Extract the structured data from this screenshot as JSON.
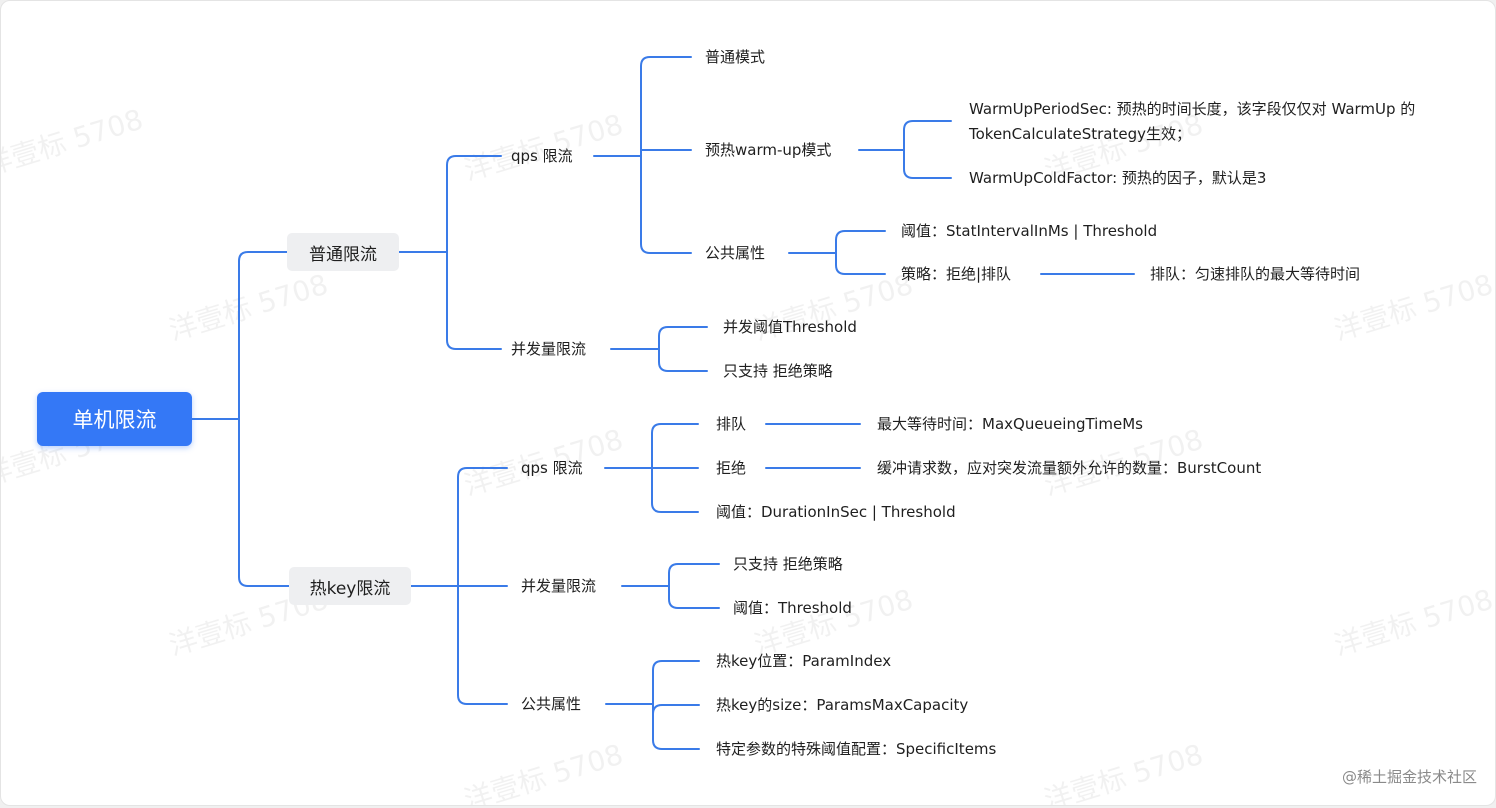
{
  "root": "单机限流",
  "branch_common": {
    "label": "普通限流",
    "qps": {
      "label": "qps 限流",
      "normal_mode": "普通模式",
      "warmup": {
        "label": "预热warm-up模式",
        "period_line1": "WarmUpPeriodSec: 预热的时间长度，该字段仅仅对 WarmUp 的",
        "period_line2": "TokenCalculateStrategy生效；",
        "cold_factor": "WarmUpColdFactor: 预热的因子，默认是3"
      },
      "common": {
        "label": "公共属性",
        "threshold": "阈值：StatIntervalInMs | Threshold",
        "strategy": "策略：拒绝|排队",
        "queue": "排队：匀速排队的最大等待时间"
      }
    },
    "concurrency": {
      "label": "并发量限流",
      "threshold": "并发阈值Threshold",
      "reject_only": "只支持 拒绝策略"
    }
  },
  "branch_hotkey": {
    "label": "热key限流",
    "qps": {
      "label": "qps 限流",
      "queue": "排队",
      "queue_detail": "最大等待时间：MaxQueueingTimeMs",
      "reject": "拒绝",
      "reject_detail": "缓冲请求数，应对突发流量额外允许的数量：BurstCount",
      "threshold": "阈值：DurationInSec | Threshold"
    },
    "concurrency": {
      "label": "并发量限流",
      "reject_only": "只支持 拒绝策略",
      "threshold": "阈值：Threshold"
    },
    "common": {
      "label": "公共属性",
      "param_index": "热key位置：ParamIndex",
      "params_capacity": "热key的size：ParamsMaxCapacity",
      "specific_items": "特定参数的特殊阈值配置：SpecificItems"
    }
  },
  "watermark": "洋壹标 5708",
  "footer": "@稀土掘金技术社区",
  "colors": {
    "line": "#3a7be8",
    "root_bg": "#3478f6",
    "pill_bg": "#eeeff1",
    "canvas_bg": "#ffffff"
  }
}
